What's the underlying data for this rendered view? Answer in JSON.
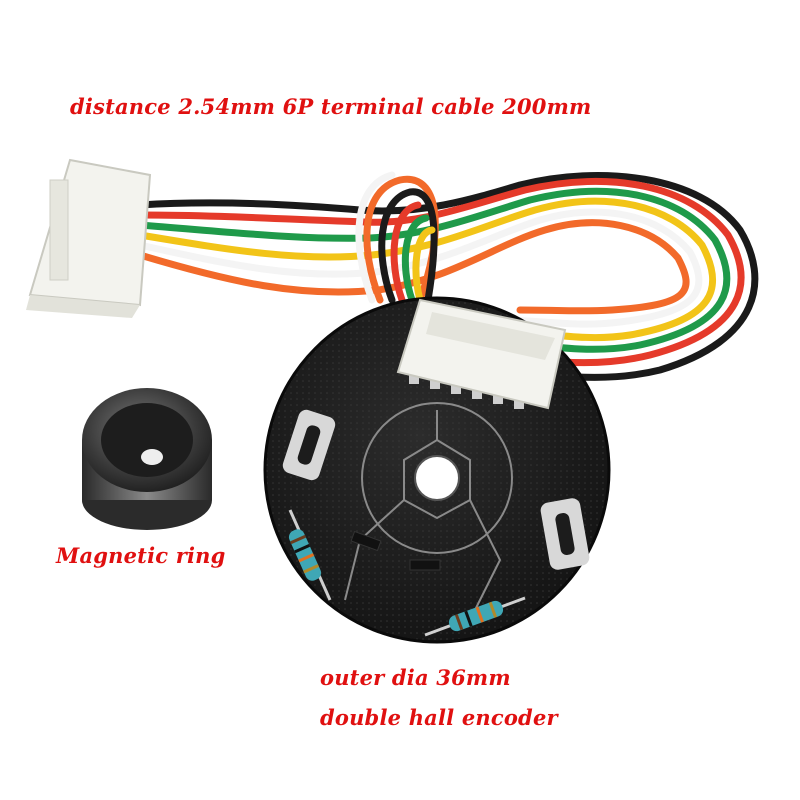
{
  "labels": {
    "cable": "distance 2.54mm 6P terminal cable 200mm",
    "ring": "Magnetic ring",
    "outer_dia": "outer dia 36mm",
    "encoder": "double hall encoder"
  },
  "colors": {
    "label_red": "#e01010",
    "wire_black": "#1a1a1a",
    "wire_red": "#e53a2a",
    "wire_green": "#1f9a4a",
    "wire_yellow": "#f2c418",
    "wire_white": "#f4f4f4",
    "wire_orange": "#f26a2a",
    "pcb": "#1c1c1c",
    "connector": "#f3f3ee"
  }
}
